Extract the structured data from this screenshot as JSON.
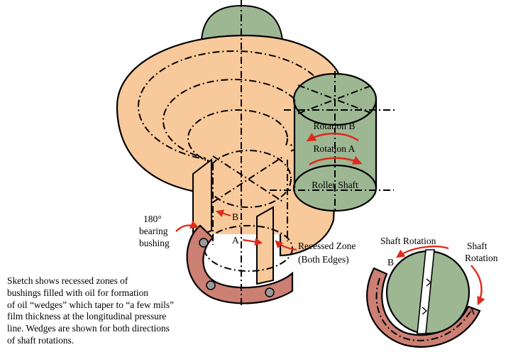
{
  "labels": {
    "rotation_b": "Rotation B",
    "rotation_a": "Rotation A",
    "roller_shaft": "Roller Shaft",
    "bearing_180": "180°",
    "bearing": "bearing",
    "bushing": "bushing",
    "point_b": "B",
    "point_a": "A",
    "recessed_zone": "Recessed Zone",
    "both_edges": "(Both Edges)",
    "shaft_rotation_top": "Shaft Rotation",
    "shaft_rotation_right_1": "Shaft",
    "shaft_rotation_right_2": "Rotation",
    "end_b": "B",
    "end_a": "A"
  },
  "caption": {
    "lines": [
      "Sketch shows recessed zones of",
      "bushings filled with oil for formation",
      "of oil “wedges” which taper to “a few mils”",
      "film thickness at the longitudinal pressure",
      "line.  Wedges are shown for both directions",
      "of shaft rotations."
    ]
  },
  "colors": {
    "peach": "#f8c99b",
    "green": "#9eb793",
    "bushing_red": "#cc7f73",
    "arrow_red": "#dd2a1a"
  }
}
